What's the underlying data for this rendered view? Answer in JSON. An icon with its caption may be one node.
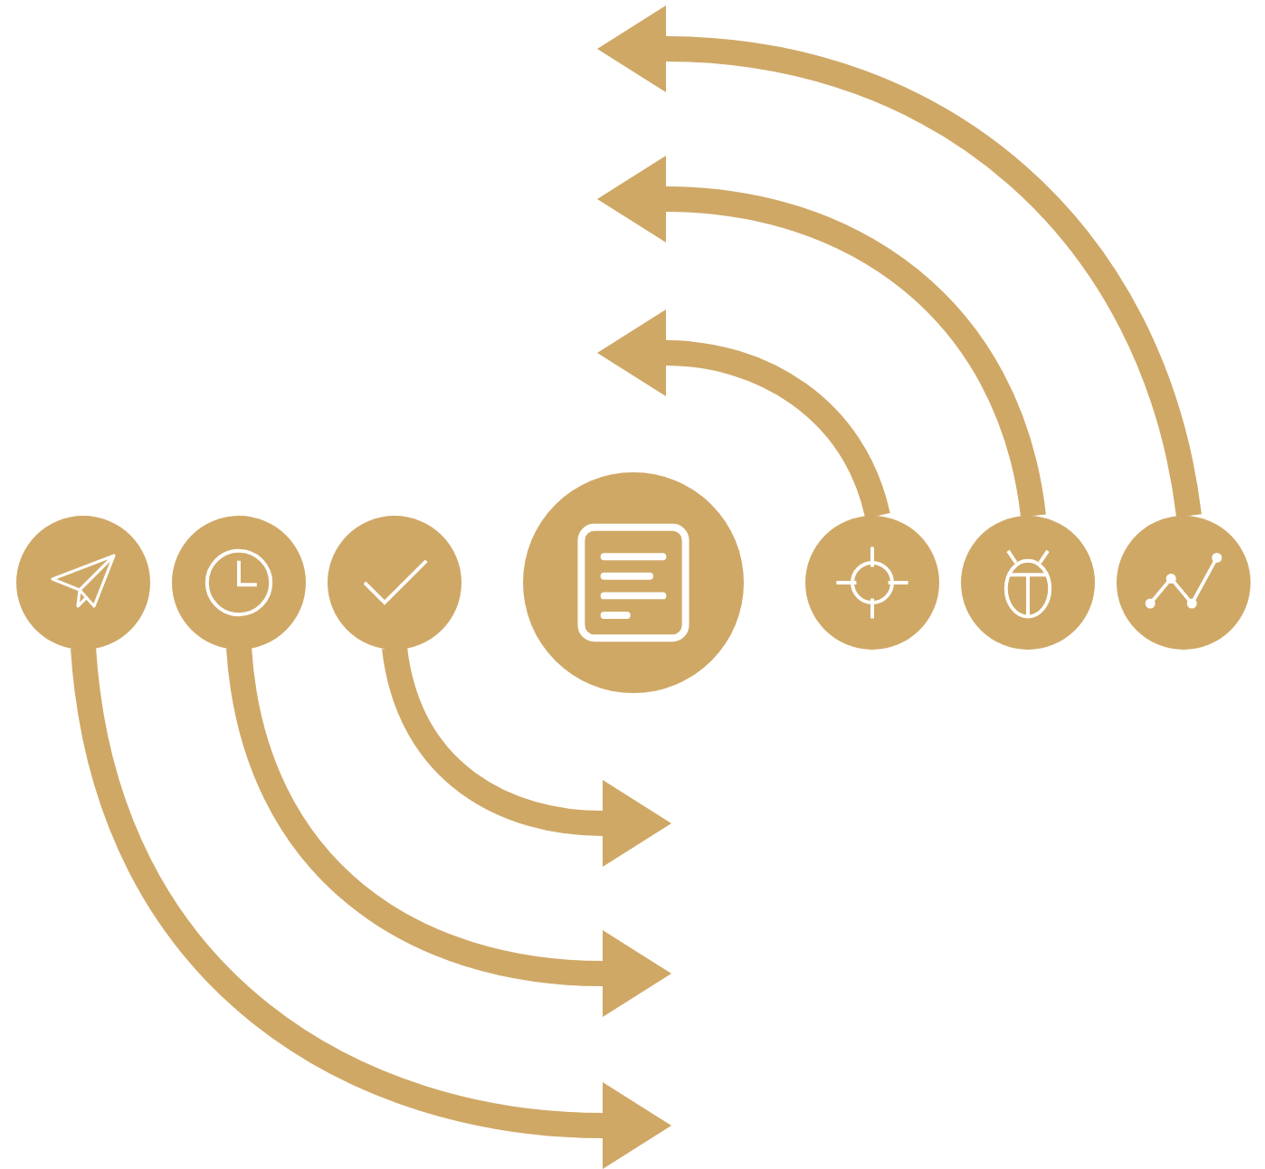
{
  "diagram": {
    "nodes": [
      {
        "text": [],
        "shape": "circle"
      },
      {
        "text": [],
        "shape": "circle"
      },
      {
        "text": [],
        "shape": "circle"
      },
      {
        "text": [],
        "shape": "circle"
      },
      {
        "text": [],
        "shape": "circle"
      },
      {
        "text": [],
        "shape": "circle"
      },
      {
        "text": [],
        "shape": "circle"
      }
    ],
    "edges": [
      {
        "from": 0,
        "to": null,
        "arrow": "to"
      },
      {
        "from": 1,
        "to": null,
        "arrow": "to"
      },
      {
        "from": 2,
        "to": null,
        "arrow": "to"
      },
      {
        "from": 4,
        "to": null,
        "arrow": "to"
      },
      {
        "from": 5,
        "to": null,
        "arrow": "to"
      },
      {
        "from": 6,
        "to": null,
        "arrow": "to"
      }
    ]
  }
}
